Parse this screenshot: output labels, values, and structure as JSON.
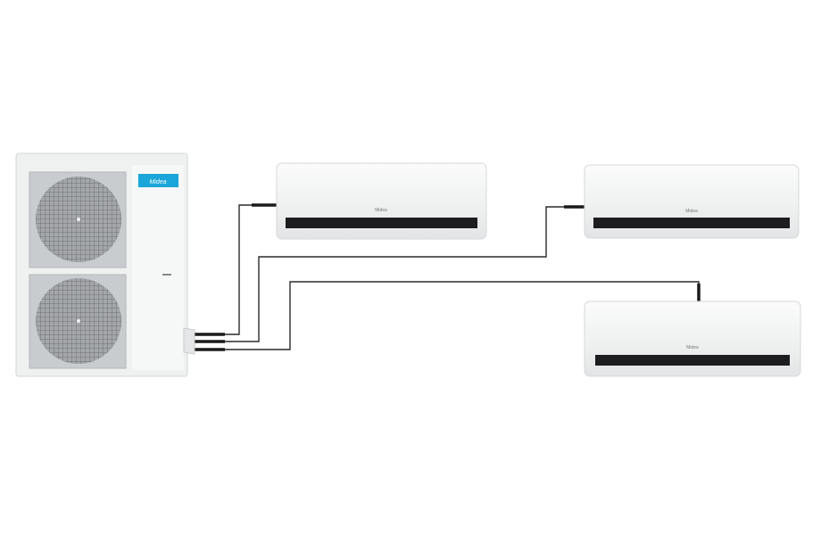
{
  "title": "Multi-split air conditioner system: 1 outdoor unit connected to 3 indoor units",
  "brand_logo": "Midea",
  "colors": {
    "unit_body": "#f3f4f4",
    "unit_edge": "#d6d8d9",
    "fan_grille": "#8a8d90",
    "logo_blue": "#1aa6d8",
    "vent": "#1d1d1f",
    "pipe": "#2a2a2a"
  },
  "outdoor_unit": {
    "fans": 2
  },
  "indoor_units": [
    {
      "id": "indoor-1"
    },
    {
      "id": "indoor-2"
    },
    {
      "id": "indoor-3"
    }
  ]
}
